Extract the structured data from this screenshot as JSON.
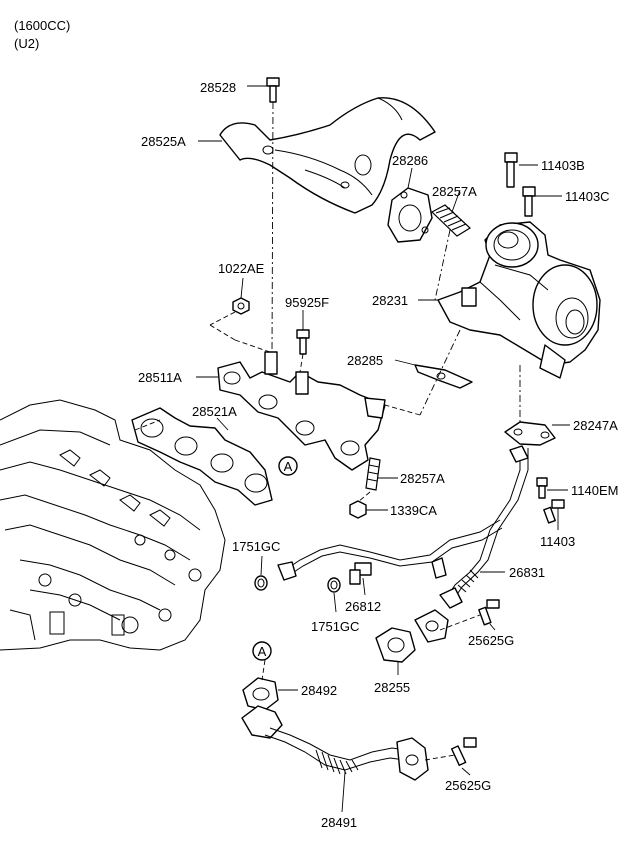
{
  "header": {
    "engine": "(1600CC)",
    "variant": "(U2)"
  },
  "callouts": [
    {
      "id": "c-28528",
      "text": "28528"
    },
    {
      "id": "c-28525A",
      "text": "28525A"
    },
    {
      "id": "c-28286",
      "text": "28286"
    },
    {
      "id": "c-11403B",
      "text": "11403B"
    },
    {
      "id": "c-28257A-top",
      "text": "28257A"
    },
    {
      "id": "c-11403C",
      "text": "11403C"
    },
    {
      "id": "c-1022AE",
      "text": "1022AE"
    },
    {
      "id": "c-95925F",
      "text": "95925F"
    },
    {
      "id": "c-28231",
      "text": "28231"
    },
    {
      "id": "c-28511A",
      "text": "28511A"
    },
    {
      "id": "c-28285",
      "text": "28285"
    },
    {
      "id": "c-28521A",
      "text": "28521A"
    },
    {
      "id": "c-28247A",
      "text": "28247A"
    },
    {
      "id": "c-28257A-mid",
      "text": "28257A"
    },
    {
      "id": "c-1140EM",
      "text": "1140EM"
    },
    {
      "id": "c-1339CA",
      "text": "1339CA"
    },
    {
      "id": "c-11403",
      "text": "11403"
    },
    {
      "id": "c-1751GC-left",
      "text": "1751GC"
    },
    {
      "id": "c-26831",
      "text": "26831"
    },
    {
      "id": "c-26812",
      "text": "26812"
    },
    {
      "id": "c-1751GC-mid",
      "text": "1751GC"
    },
    {
      "id": "c-25625G-top",
      "text": "25625G"
    },
    {
      "id": "c-28255",
      "text": "28255"
    },
    {
      "id": "c-28492",
      "text": "28492"
    },
    {
      "id": "c-25625G-bot",
      "text": "25625G"
    },
    {
      "id": "c-28491",
      "text": "28491"
    }
  ],
  "markers": {
    "ref_a_upper": "A",
    "ref_a_lower": "A"
  }
}
